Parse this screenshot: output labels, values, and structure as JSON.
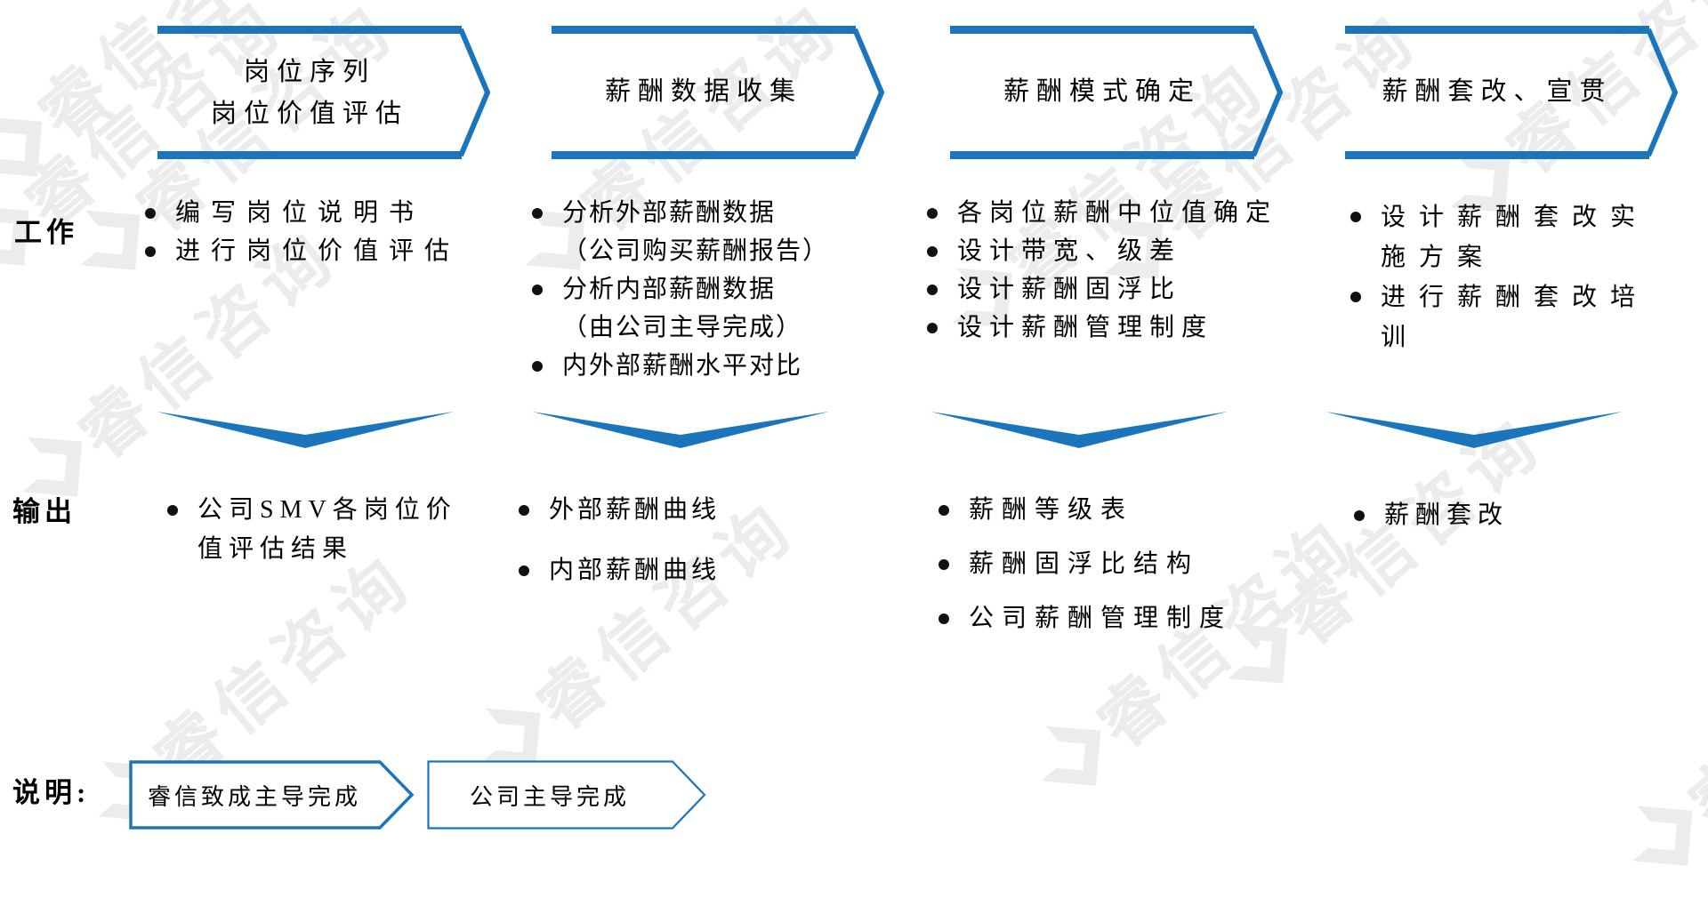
{
  "colors": {
    "accent_blue": "#1B75BC",
    "text": "#000000",
    "watermark_gray": "#ECECEC"
  },
  "watermark_text": "睿信咨询",
  "row_labels": {
    "work": "工作",
    "output": "输出",
    "legend": "说明:"
  },
  "phases": [
    {
      "banner_lines": [
        "岗位序列",
        "岗位价值评估"
      ],
      "work": [
        {
          "lines": [
            "编写岗位说明书"
          ]
        },
        {
          "lines": [
            "进行岗位价值评估"
          ]
        }
      ],
      "output": [
        {
          "lines": [
            "公司SMV各岗位价",
            "值评估结果"
          ]
        }
      ]
    },
    {
      "banner_lines": [
        "薪酬数据收集"
      ],
      "work": [
        {
          "lines": [
            "分析外部薪酬数据",
            "（公司购买薪酬报告）"
          ]
        },
        {
          "lines": [
            "分析内部薪酬数据",
            "（由公司主导完成）"
          ]
        },
        {
          "lines": [
            "内外部薪酬水平对比"
          ]
        }
      ],
      "output": [
        {
          "lines": [
            "外部薪酬曲线"
          ]
        },
        {
          "lines": [
            "内部薪酬曲线"
          ]
        }
      ]
    },
    {
      "banner_lines": [
        "薪酬模式确定"
      ],
      "work": [
        {
          "lines": [
            "各岗位薪酬中位值确定"
          ]
        },
        {
          "lines": [
            "设计带宽、级差"
          ]
        },
        {
          "lines": [
            "设计薪酬固浮比"
          ]
        },
        {
          "lines": [
            "设计薪酬管理制度"
          ]
        }
      ],
      "output": [
        {
          "lines": [
            "薪酬等级表"
          ]
        },
        {
          "lines": [
            "薪酬固浮比结构"
          ]
        },
        {
          "lines": [
            "公司薪酬管理制度"
          ]
        }
      ]
    },
    {
      "banner_lines": [
        "薪酬套改、宣贯"
      ],
      "work": [
        {
          "lines": [
            "设计薪酬套改实",
            "施方案"
          ]
        },
        {
          "lines": [
            "进行薪酬套改培",
            "训"
          ]
        }
      ],
      "output": [
        {
          "lines": [
            "薪酬套改"
          ]
        }
      ]
    }
  ],
  "legend": [
    {
      "label": "睿信致成主导完成"
    },
    {
      "label": "公司主导完成"
    }
  ]
}
